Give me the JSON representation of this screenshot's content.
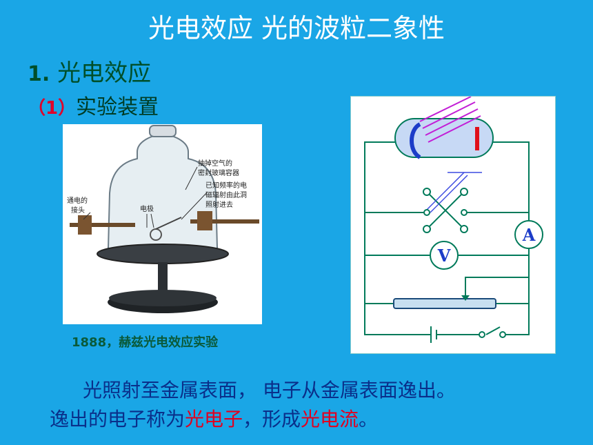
{
  "slide": {
    "title": "光电效应 光的波粒二象性",
    "section": {
      "number": "1.",
      "text": "光电效应"
    },
    "subsection": {
      "number": "（1）",
      "text": "实验装置"
    },
    "photo": {
      "labels": {
        "vessel": [
          "抽掉空气的",
          "密封玻璃容器"
        ],
        "window": [
          "已知频率的电",
          "磁辐射由此洞",
          "照射进去"
        ],
        "terminal": [
          "通电的",
          "接头"
        ],
        "electrode": "电极"
      },
      "caption": "1888，赫兹光电效应实验"
    },
    "circuit": {
      "ammeter_label": "A",
      "voltmeter_label": "V"
    },
    "paragraph": {
      "line1_a": "光照射至金属表面，",
      "line1_b": "电子从金属表面逸出。",
      "line2_a": "逸出的电子称为",
      "line2_term1": "光电子",
      "line2_b": "，形成",
      "line2_term2": "光电流",
      "line2_c": "。"
    },
    "colors": {
      "background": "#1aa6e6",
      "title": "#ffffff",
      "highlight": "#e00020",
      "wire": "#007a5a"
    }
  }
}
